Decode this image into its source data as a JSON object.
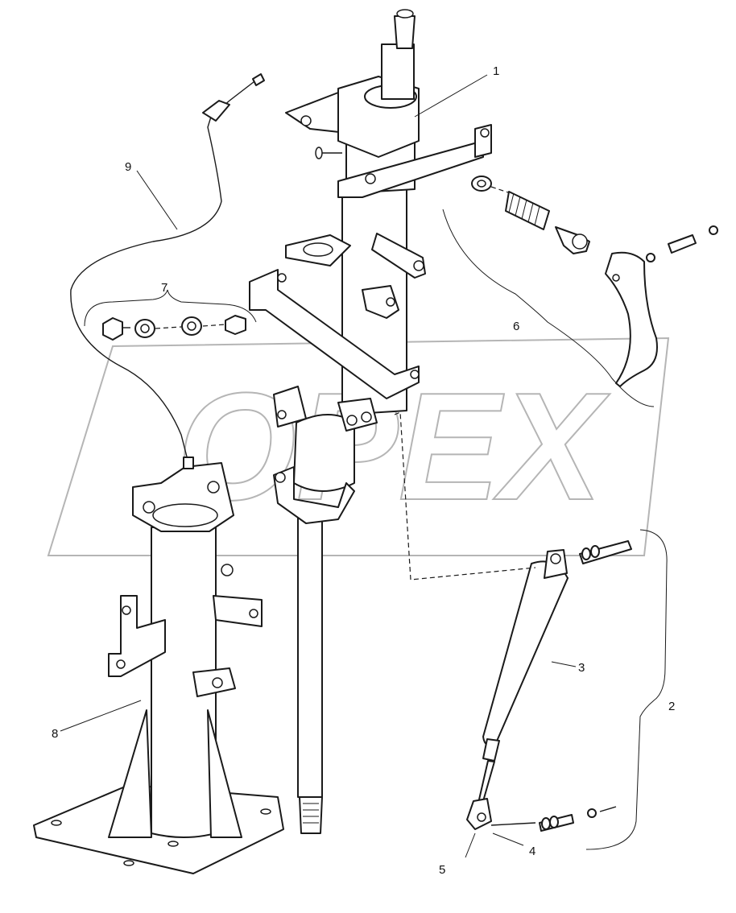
{
  "watermark": {
    "text": "OPEX",
    "color": "#b5b5b5"
  },
  "callouts": [
    {
      "id": "1",
      "text": "1"
    },
    {
      "id": "2",
      "text": "2"
    },
    {
      "id": "3",
      "text": "3"
    },
    {
      "id": "4",
      "text": "4"
    },
    {
      "id": "5",
      "text": "5"
    },
    {
      "id": "6",
      "text": "6"
    },
    {
      "id": "7",
      "text": "7"
    },
    {
      "id": "8",
      "text": "8"
    },
    {
      "id": "9",
      "text": "9"
    }
  ]
}
